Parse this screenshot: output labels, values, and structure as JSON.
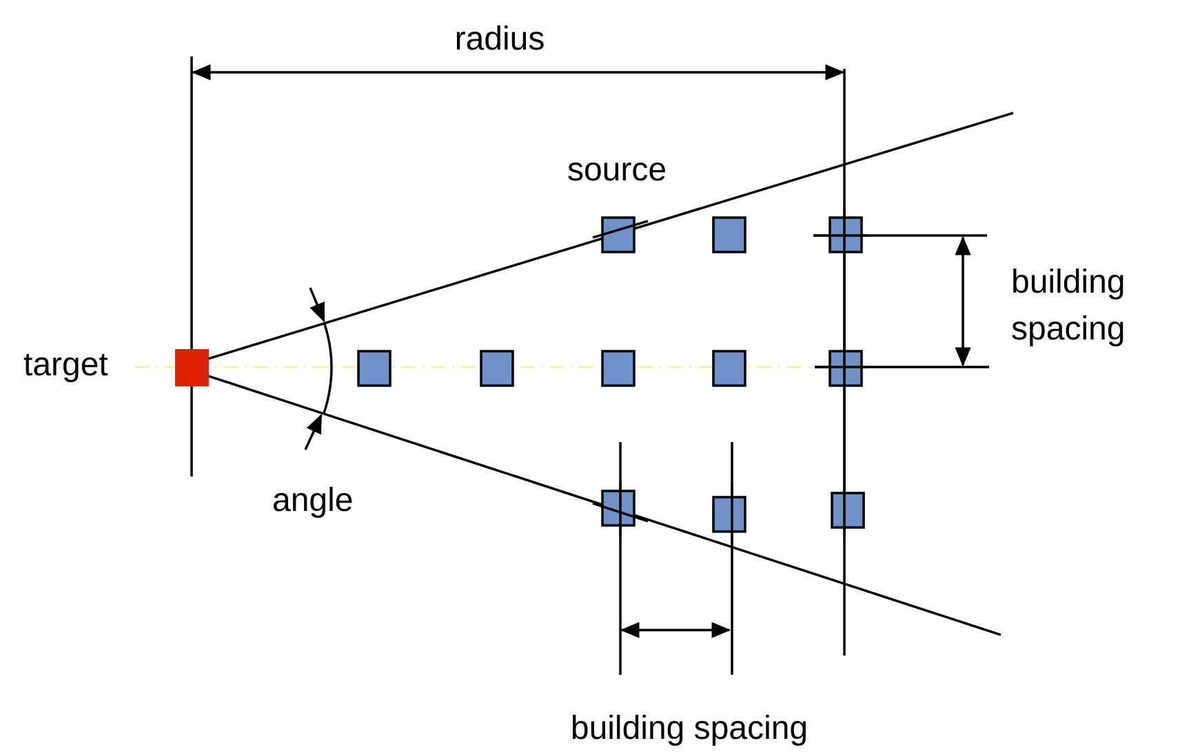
{
  "labels": {
    "radius": "radius",
    "source": "source",
    "target": "target",
    "angle": "angle",
    "building_spacing_vertical": [
      "building",
      "spacing"
    ],
    "building_spacing_horizontal": "building spacing"
  },
  "colors": {
    "target": "#dd2200",
    "building": "#6f93c8",
    "axis_line": "#f5f0a0",
    "lines": "#000000"
  }
}
